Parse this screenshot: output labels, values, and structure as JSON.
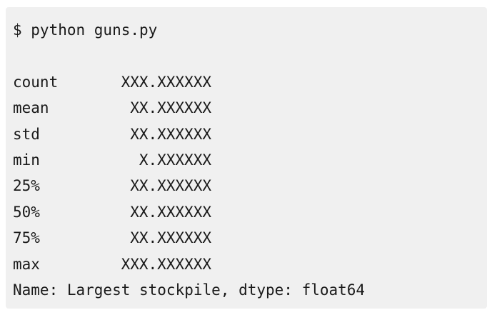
{
  "terminal": {
    "command": "$ python guns.py",
    "stats": [
      {
        "label": "count",
        "value": "XXX.XXXXXX"
      },
      {
        "label": "mean",
        "value": "XX.XXXXXX"
      },
      {
        "label": "std",
        "value": "XX.XXXXXX"
      },
      {
        "label": "min",
        "value": "X.XXXXXX"
      },
      {
        "label": "25%",
        "value": "XX.XXXXXX"
      },
      {
        "label": "50%",
        "value": "XX.XXXXXX"
      },
      {
        "label": "75%",
        "value": "XX.XXXXXX"
      },
      {
        "label": "max",
        "value": "XXX.XXXXXX"
      }
    ],
    "footer": "Name: Largest stockpile, dtype: float64"
  }
}
